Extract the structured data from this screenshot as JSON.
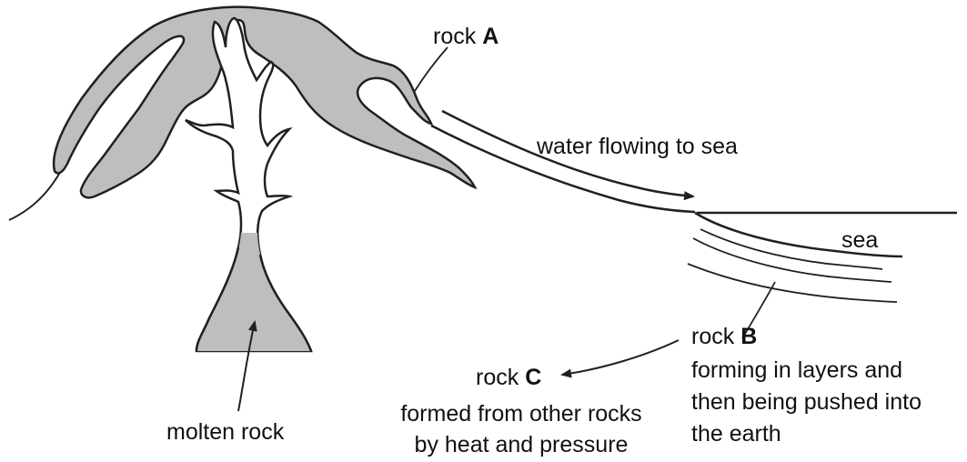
{
  "diagram": {
    "rock_a": {
      "prefix": "rock",
      "letter": "A"
    },
    "water_label": "water flowing to sea",
    "sea_label": "sea",
    "rock_b": {
      "prefix": "rock",
      "letter": "B",
      "line1": "forming in layers and",
      "line2": "then being pushed into",
      "line3": "the earth"
    },
    "rock_c": {
      "prefix": "rock",
      "letter": "C",
      "line1": "formed from other rocks",
      "line2": "by heat and pressure"
    },
    "molten_label": "molten rock"
  },
  "colors": {
    "rock_fill": "#bcbec0",
    "line": "#231f20"
  }
}
